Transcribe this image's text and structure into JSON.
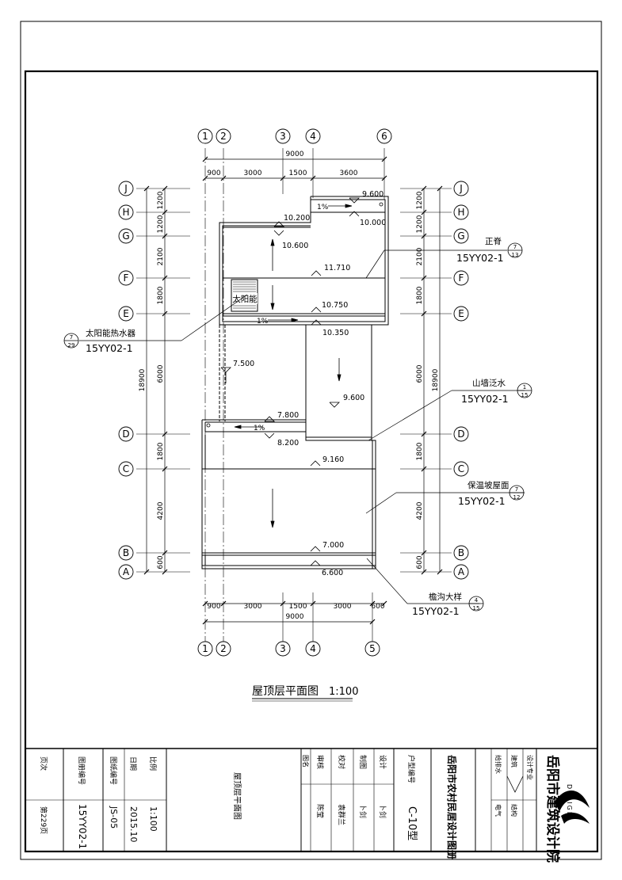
{
  "drawing": {
    "title": "屋顶层平面图",
    "scale": "1:100"
  },
  "axes": {
    "top": [
      "1",
      "2",
      "3",
      "4",
      "6"
    ],
    "bottom": [
      "1",
      "2",
      "3",
      "4",
      "5"
    ],
    "left": [
      "J",
      "H",
      "G",
      "F",
      "E",
      "D",
      "C",
      "B",
      "A"
    ],
    "right": [
      "J",
      "H",
      "G",
      "F",
      "E",
      "D",
      "C",
      "B",
      "A"
    ]
  },
  "dimensions": {
    "top_total": "9000",
    "top_segments": [
      "900",
      "3000",
      "1500",
      "3600"
    ],
    "bottom_total": "9000",
    "bottom_segments": [
      "900",
      "3000",
      "1500",
      "3000",
      "600"
    ],
    "side_total": "18900",
    "side_segments": [
      "1200",
      "1200",
      "2100",
      "1800",
      "6000",
      "1800",
      "4200",
      "600"
    ]
  },
  "levels": [
    "9.600",
    "10.000",
    "10.200",
    "10.600",
    "11.710",
    "10.750",
    "10.350",
    "7.500",
    "9.600",
    "7.800",
    "8.200",
    "9.160",
    "7.000",
    "6.600"
  ],
  "slopes": [
    "1%",
    "1%",
    "1%"
  ],
  "equipment": "太阳能",
  "callouts": [
    {
      "label": "正脊",
      "ref": "15YY02-1",
      "num": "7",
      "den": "13"
    },
    {
      "label": "太阳能热水器",
      "ref": "15YY02-1",
      "num": "7",
      "den": "29"
    },
    {
      "label": "山墙泛水",
      "ref": "15YY02-1",
      "num": "1",
      "den": "15"
    },
    {
      "label": "保温坡屋面",
      "ref": "15YY02-1",
      "num": "7",
      "den": "12"
    },
    {
      "label": "檐沟大样",
      "ref": "15YY02-1",
      "num": "4",
      "den": "15"
    }
  ],
  "title_block": {
    "company": "岳阳市建筑设计院",
    "design_word": "DESIGN",
    "atlas": "岳阳市农村民居设计图册",
    "house_type_label": "户型编号",
    "house_type": "C-10型",
    "drawing_name_label": "图名",
    "drawing_name": "屋顶层平面图",
    "major_label": "设计专业",
    "majors": [
      "建筑",
      "结构",
      "给排水",
      "电气"
    ],
    "design_label": "设计",
    "design": "卜剑",
    "draw_label": "制图",
    "draw": "卜剑",
    "check_label": "校对",
    "check": "袁群兰",
    "review_label": "审核",
    "review": "陈莹",
    "scale_label": "比例",
    "scale": "1:100",
    "date_label": "日期",
    "date": "2015.10",
    "drawing_no_label": "图纸编号",
    "drawing_no": "JS-05",
    "atlas_no_label": "图册编号",
    "atlas_no": "15YY02-1",
    "page_label": "页次",
    "page": "第229页"
  }
}
